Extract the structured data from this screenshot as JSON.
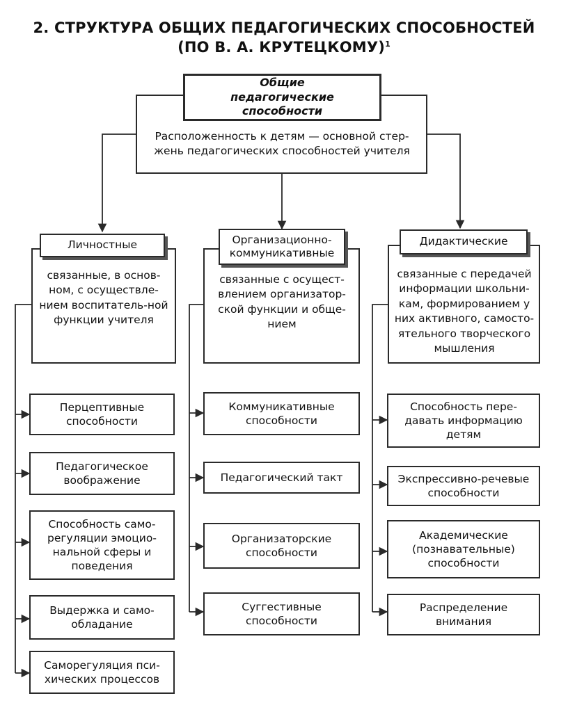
{
  "title": {
    "line1": "2. СТРУКТУРА ОБЩИХ ПЕДАГОГИЧЕСКИХ СПОСОБНОСТЕЙ",
    "line2": "(ПО В. А. КРУТЕЦКОМУ)",
    "footnote_mark": "1"
  },
  "root": {
    "header": "Общие педагогические способности",
    "description": "Расположенность к детям — основной стер-жень педагогических способностей учителя"
  },
  "columns": [
    {
      "header": "Личностные",
      "description": "связанные, в основ-ном, с осуществле-нием воспитатель-ной функции учителя",
      "items": [
        "Перцептивные способности",
        "Педагогическое воображение",
        "Способность само-регуляции эмоцио-нальной сферы и поведения",
        "Выдержка и само-обладание",
        "Саморегуляция пси-хических процессов"
      ]
    },
    {
      "header": "Организационно-коммуникативные",
      "description": "связанные с осущест-влением организатор-ской функции и обще-нием",
      "items": [
        "Коммуникативные способности",
        "Педагогический такт",
        "Организаторские способности",
        "Суггестивные способности"
      ]
    },
    {
      "header": "Дидактические",
      "description": "связанные с передачей информации школьни-кам, формированием у них активного, самосто-ятельного творческого мышления",
      "items": [
        "Способность пере-давать информацию детям",
        "Экспрессивно-речевые способности",
        "Академические (познавательные) способности",
        "Распределение внимания"
      ]
    }
  ]
}
